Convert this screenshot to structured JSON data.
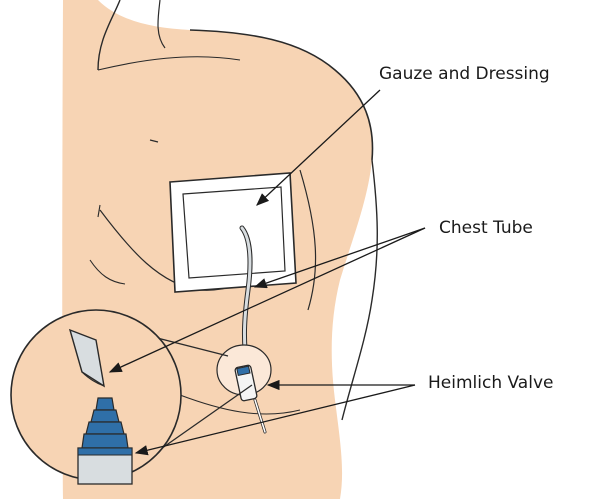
{
  "labels": {
    "gauze": "Gauze and Dressing",
    "chest_tube": "Chest Tube",
    "heimlich_valve": "Heimlich Valve"
  },
  "colors": {
    "skin": "#f7d4b4",
    "skin_shadow": "#efc3a0",
    "outline": "#2a2a2a",
    "gauze": "#ffffff",
    "tube": "#d8dde0",
    "valve_blue": "#2f6fa8",
    "nipple": "#d9a08a"
  }
}
